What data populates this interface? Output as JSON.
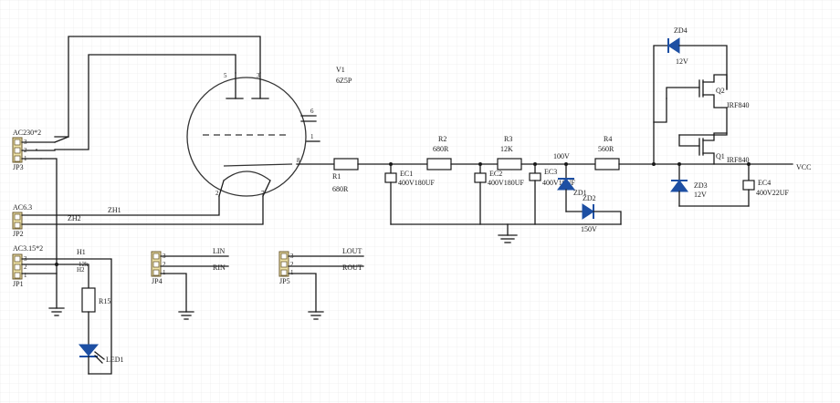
{
  "labels": {
    "jp3_name": "AC230*2",
    "jp3_ref": "JP3",
    "jp2_name": "AC6.3",
    "jp2_ref": "JP2",
    "jp1_name": "AC3.15*2",
    "jp1_ref": "JP1",
    "jp4_ref": "JP4",
    "jp5_ref": "JP5",
    "h1": "H1",
    "h1_pin": "12k",
    "h1_pin2": "H2",
    "r15": "R15",
    "led1": "LED1",
    "zh1": "ZH1",
    "zh2": "ZH2",
    "lin": "LIN",
    "rin": "RIN",
    "lout": "LOUT",
    "rout": "ROUT",
    "v1_ref": "V1",
    "v1_val": "6Z5P",
    "r1_ref": "R1",
    "r1_val": "680R",
    "ec1_ref": "EC1",
    "ec1_val": "400V180UF",
    "r2_ref": "R2",
    "r2_val": "680R",
    "ec2_ref": "EC2",
    "ec2_val": "400V180UF",
    "r3_ref": "R3",
    "r3_val": "12K",
    "ec3_ref": "EC3",
    "ec3_val": "400V10UF",
    "zd1_ref": "ZD1",
    "zd1_val": "100V",
    "zd2_ref": "ZD2",
    "zd2_val": "150V",
    "r4_ref": "R4",
    "r4_val": "560R",
    "zd3_ref": "ZD3",
    "zd3_val": "12V",
    "zd4_ref": "ZD4",
    "zd4_val": "12V",
    "q1_ref": "Q1",
    "q1_val": "IRF840",
    "q2_ref": "Q2",
    "q2_val": "IRF840",
    "ec4_ref": "EC4",
    "ec4_val": "400V22UF",
    "vcc": "VCC",
    "pin_8": "8",
    "pin_5": "5",
    "pin_3": "3",
    "pin_6": "6",
    "pin_1": "1",
    "pin_2": "2",
    "pin_7": "7",
    "pin_n3a": "3",
    "pin_n2a": "2",
    "pin_n1a": "1",
    "pin_n2b": "2",
    "pin_n1b": "1",
    "pin_n3c": "3",
    "pin_n2c": "2",
    "pin_n1c": "1",
    "pin_n3d": "3",
    "pin_n2d": "2",
    "pin_n1d": "1",
    "pin_n3e": "3",
    "pin_n2e": "2",
    "pin_n1e": "1"
  },
  "colors": {
    "grid": "#e6e6e6",
    "wire": "#1a1a1a",
    "diode": "#1d4fa3",
    "connector": "#efe3a8"
  }
}
